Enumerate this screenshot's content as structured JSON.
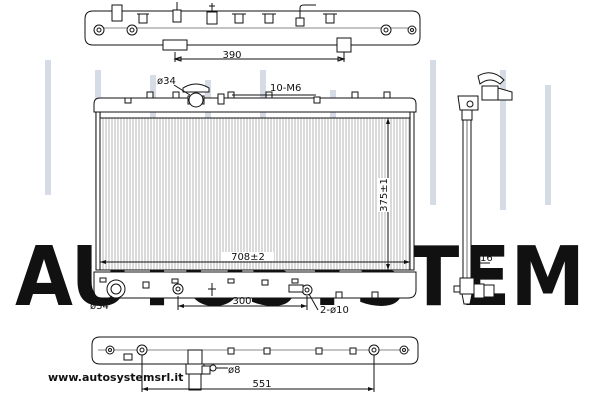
{
  "watermark": {
    "brand": "AUTOSYSTEM"
  },
  "website": "www.autosystemsrl.it",
  "dimensions": {
    "top_tank_spacing": "390",
    "filler_diameter": "ø34",
    "thread": "10-M6",
    "core_height": "375±1",
    "core_width": "708±2",
    "side_depth": "16",
    "outlet_diameter": "ø34",
    "outlet_spacing": "300",
    "drain_holes": "2-ø10",
    "bottom_pin": "ø8",
    "bottom_tank_spacing": "551"
  }
}
